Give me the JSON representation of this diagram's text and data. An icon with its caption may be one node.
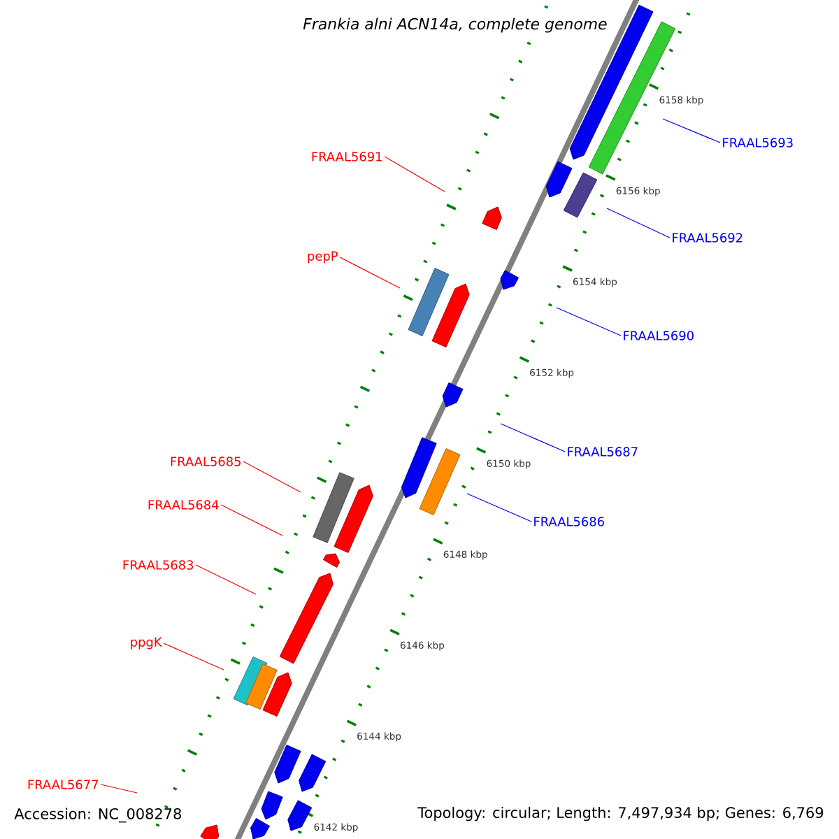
{
  "diagram": {
    "title": "*Frankia alni* ACN14a, complete genome",
    "nodes": [
      {
        "text": [
          "FRAAL5693"
        ]
      },
      {
        "text": [
          "FRAAL5691"
        ]
      },
      {
        "text": [
          "FRAAL5692"
        ]
      },
      {
        "text": [
          "pepP"
        ]
      },
      {
        "text": [
          "FRAAL5690"
        ]
      },
      {
        "text": [
          "FRAAL5687"
        ]
      },
      {
        "text": [
          "FRAAL5685"
        ]
      },
      {
        "text": [
          "FRAAL5684"
        ]
      },
      {
        "text": [
          "FRAAL5686"
        ]
      },
      {
        "text": [
          "FRAAL5683"
        ]
      },
      {
        "text": [
          "ppgK"
        ]
      },
      {
        "text": [
          "FRAAL5677"
        ]
      }
    ],
    "edges": [
      {
        "from": 0,
        "to": null,
        "arrow": "none",
        "color": "#0000ff"
      },
      {
        "from": 1,
        "to": null,
        "arrow": "none",
        "color": "#ff0000"
      },
      {
        "from": 2,
        "to": null,
        "arrow": "none",
        "color": "#0000ff"
      },
      {
        "from": 3,
        "to": null,
        "arrow": "none",
        "color": "#ff0000"
      },
      {
        "from": 4,
        "to": null,
        "arrow": "none",
        "color": "#0000ff"
      },
      {
        "from": 5,
        "to": null,
        "arrow": "none",
        "color": "#0000ff"
      },
      {
        "from": 6,
        "to": null,
        "arrow": "none",
        "color": "#ff0000"
      },
      {
        "from": 7,
        "to": null,
        "arrow": "none",
        "color": "#ff0000"
      },
      {
        "from": 8,
        "to": null,
        "arrow": "none",
        "color": "#0000ff"
      },
      {
        "from": 9,
        "to": null,
        "arrow": "none",
        "color": "#ff0000"
      },
      {
        "from": 10,
        "to": null,
        "arrow": "none",
        "color": "#ff0000"
      },
      {
        "from": 11,
        "to": null,
        "arrow": "none",
        "color": "#ff0000"
      }
    ],
    "labels": [
      "6158 kbp",
      "6156 kbp",
      "6154 kbp",
      "6152 kbp",
      "6150 kbp",
      "6148 kbp",
      "6146 kbp",
      "6144 kbp",
      "6142 kbp",
      "Accession: NC_008278",
      "Topology: circular; Length: 7,497,934 bp; Genes: 6,769"
    ]
  }
}
